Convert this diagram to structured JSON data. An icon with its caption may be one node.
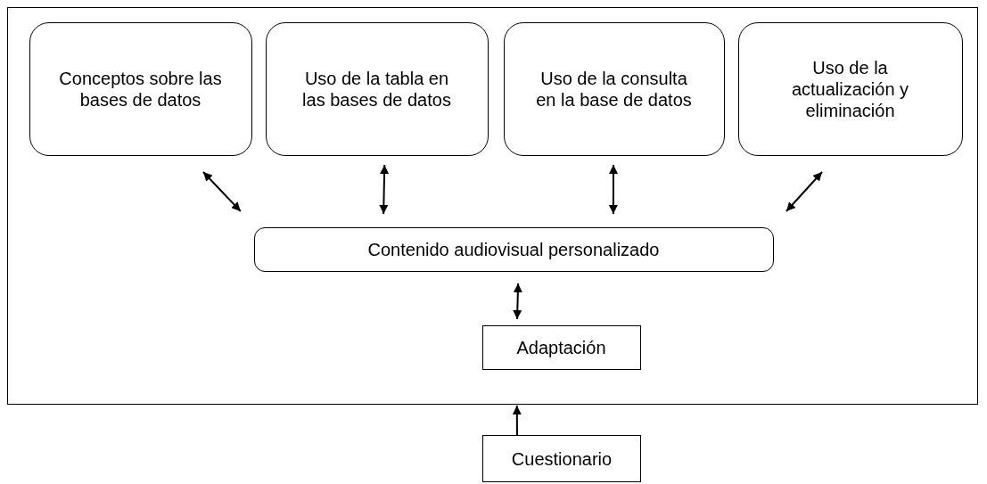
{
  "diagram": {
    "nodes": [
      {
        "text": [],
        "shape": "box"
      },
      {
        "text": [
          "Conceptos sobre las bases de datos"
        ],
        "in": 0
      },
      {
        "text": [
          "Uso de la tabla en las bases de datos"
        ],
        "in": 0
      },
      {
        "text": [
          "Uso de la consulta en la base de datos"
        ],
        "in": 0
      },
      {
        "text": [
          "Uso de la actualización y eliminación"
        ],
        "in": 0
      },
      {
        "text": [
          "Contenido audiovisual personalizado"
        ],
        "in": 0
      },
      {
        "text": [
          "Adaptación"
        ],
        "in": 0
      },
      {
        "text": [
          "Cuestionario"
        ]
      }
    ],
    "edges": [
      {
        "from": 1,
        "to": 5,
        "arrow": "both"
      },
      {
        "from": 2,
        "to": 5,
        "arrow": "both"
      },
      {
        "from": 3,
        "to": 5,
        "arrow": "both"
      },
      {
        "from": 4,
        "to": 5,
        "arrow": "both"
      },
      {
        "from": 5,
        "to": 6,
        "arrow": "both"
      },
      {
        "from": 7,
        "to": 0,
        "arrow": "to"
      }
    ]
  }
}
